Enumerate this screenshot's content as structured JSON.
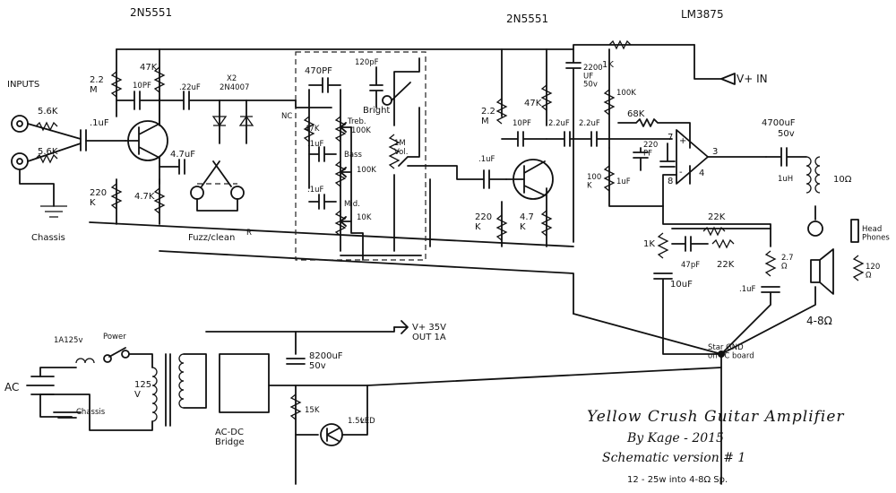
{
  "header": {
    "q1": "2N5551",
    "q2": "2N5551",
    "ic": "LM3875"
  },
  "inputs": {
    "label": "INPUTS",
    "r_in1": "5.6K",
    "r_in2": "5.6K",
    "chassis": "Chassis"
  },
  "stage1": {
    "r_bias": "2.2\nM",
    "c_fb": "10PF",
    "r_col": "47K",
    "c_in": ".1uF",
    "r_base": "220\nK",
    "r_emit": "4.7K",
    "c_emit": "4.7uF",
    "c_out": ".22uF",
    "diode_qty": "X2",
    "diode": "2N4007",
    "switch": "Fuzz/clean",
    "switch_mark": "R",
    "nc": "NC"
  },
  "tone": {
    "c_top": "470PF",
    "r_47k": "47K",
    "c_01a": ".1uF",
    "c_01b": ".1uF",
    "treble": "Treb.",
    "treble_val": "100K",
    "bass": "Bass",
    "bass_val": "100K",
    "mid": "Mid.",
    "mid_val": "10K",
    "c_bright": "120pF",
    "bright": "Bright",
    "vol_val": "1M",
    "vol": "Vol."
  },
  "stage2": {
    "r_bias": "2.2\nM",
    "c_fb": "10PF",
    "r_col": "47K",
    "c_in": ".1uF",
    "r_base": "220\nK",
    "r_emit": "4.7\nK",
    "c_out": "2.2uF",
    "c_out2": "2.2uF"
  },
  "power_amp": {
    "r_1k": "1K",
    "c_2200": "2200\nUF\n50v",
    "vplus": "V+ IN",
    "r_100k": "100K",
    "r_68k": "68K",
    "c_220": "220\nPF",
    "r_100k_b": "100\nK",
    "c_1uf": "1uF",
    "pin7": "7",
    "pin8": "8",
    "pin3": "3",
    "pin4": "4",
    "plus": "+",
    "minus": "-",
    "r_1k_b": "1K",
    "c_10uf": "10uF",
    "r_22k_a": "22K",
    "r_22k_b": "22K",
    "c_47pf": "47pF",
    "r_27": "2.7\nΩ",
    "c_01": ".1uF",
    "c_4700": "4700uF",
    "c_4700_v": "50v",
    "l_1uh": "1uH",
    "r_10": "10Ω",
    "headphones": "Head\nPhones",
    "r_120": "120\nΩ",
    "speaker": "4-8Ω",
    "star": "Star GND\non PC board"
  },
  "psu": {
    "ac": "AC",
    "fuse": "1A125v",
    "power": "Power",
    "chassis": "Chassis",
    "xfmr": "125\nV",
    "bridge": "AC-DC\nBridge",
    "c_8200": "8200uF\n50v",
    "r_15k": "15K",
    "led": "LED",
    "led_val": "1.5v",
    "vout": "V+ 35V\nOUT 1A"
  },
  "title_block": {
    "title": "Yellow Crush Guitar Amplifier",
    "author": "By Kage - 2015",
    "version": "Schematic version # 1",
    "power": "12 - 25w into 4-8Ω Sp."
  }
}
